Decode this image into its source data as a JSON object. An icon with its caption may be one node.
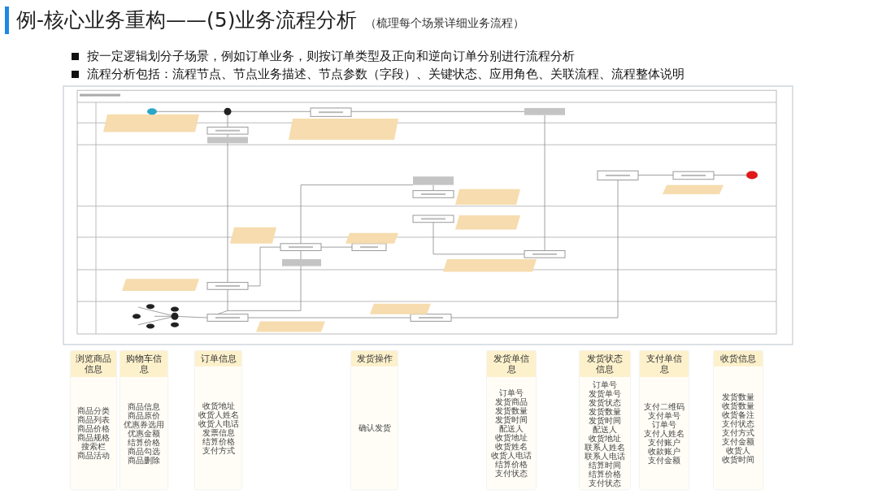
{
  "diagram": {
    "title": "例-核心业务重构——(5)业务流程分析",
    "nodes": [
      {
        "text": [
          "浏览商品信息",
          "商品分类",
          "商品列表",
          "商品价格",
          "商品规格",
          "搜索栏",
          "商品活动"
        ]
      },
      {
        "text": [
          "购物车信息",
          "商品信息",
          "商品原价",
          "优惠券选用",
          "优惠金额",
          "结算价格",
          "商品勾选",
          "商品删除"
        ]
      },
      {
        "text": [
          "订单信息",
          "收货地址",
          "收货人姓名",
          "收货人电话",
          "发票信息",
          "结算价格",
          "支付方式"
        ]
      },
      {
        "text": [
          "发货操作",
          "确认发货"
        ]
      },
      {
        "text": [
          "发货单信息",
          "订单号",
          "发货商品",
          "发货数量",
          "发货时间",
          "配送人",
          "收货地址",
          "收货姓名",
          "收货人电话",
          "结算价格",
          "支付状态"
        ]
      },
      {
        "text": [
          "发货状态信息",
          "订单号",
          "发货单号",
          "发货状态",
          "发货数量",
          "发货时间",
          "配送人",
          "收货地址",
          "联系人姓名",
          "联系人电话",
          "结算时间",
          "结算价格",
          "支付状态"
        ]
      },
      {
        "text": [
          "支付单信息",
          "支付二维码",
          "支付单号",
          "订单号",
          "支付人姓名",
          "支付账户",
          "收款账户",
          "支付金额"
        ]
      },
      {
        "text": [
          "收货信息",
          "发货数量",
          "收货数量",
          "收货备注",
          "支付状态",
          "支付方式",
          "支付金额",
          "收货人",
          "收货时间"
        ]
      }
    ],
    "labels": [
      "（梳理每个场景详细业务流程）",
      "按一定逻辑划分子场景，例如订单业务，则按订单类型及正向和逆向订单分别进行流程分析",
      "流程分析包括：流程节点、节点业务描述、节点参数（字段）、关键状态、应用角色、关联流程、流程整体说明"
    ]
  }
}
